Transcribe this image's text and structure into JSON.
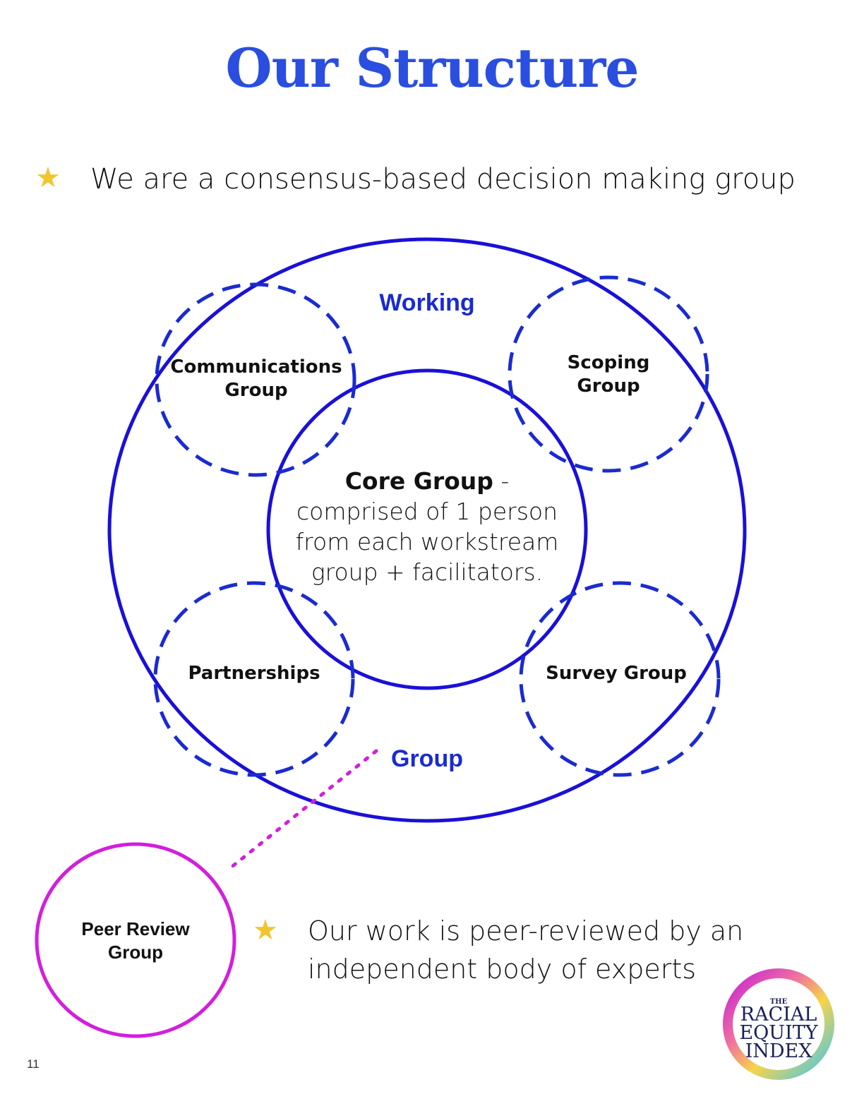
{
  "title": "Our Structure",
  "bullets": [
    "We are a consensus-based decision making group",
    "Our work is peer-reviewed by an independent body of experts"
  ],
  "diagram": {
    "outer_label_top": "Working",
    "outer_label_bottom": "Group",
    "core": {
      "title": "Core Group",
      "dash": " -",
      "description": "comprised of 1 person from each workstream group + facilitators."
    },
    "workstreams": {
      "communications": "Communications Group",
      "scoping": "Scoping Group",
      "partnerships": "Partnerships",
      "survey": "Survey Group"
    },
    "peer_review": "Peer Review Group"
  },
  "logo": {
    "the": "THE",
    "racial": "RACIAL",
    "equity": "EQUITY",
    "index": "INDEX"
  },
  "page_number": "11",
  "colors": {
    "title": "#2a4ee0",
    "circle_stroke": "#1a10d8",
    "dashed_stroke": "#1a2bd0",
    "peer_stroke": "#d21fdc",
    "star": "#f2c52e"
  },
  "icons": {
    "bullet": "star-icon"
  }
}
